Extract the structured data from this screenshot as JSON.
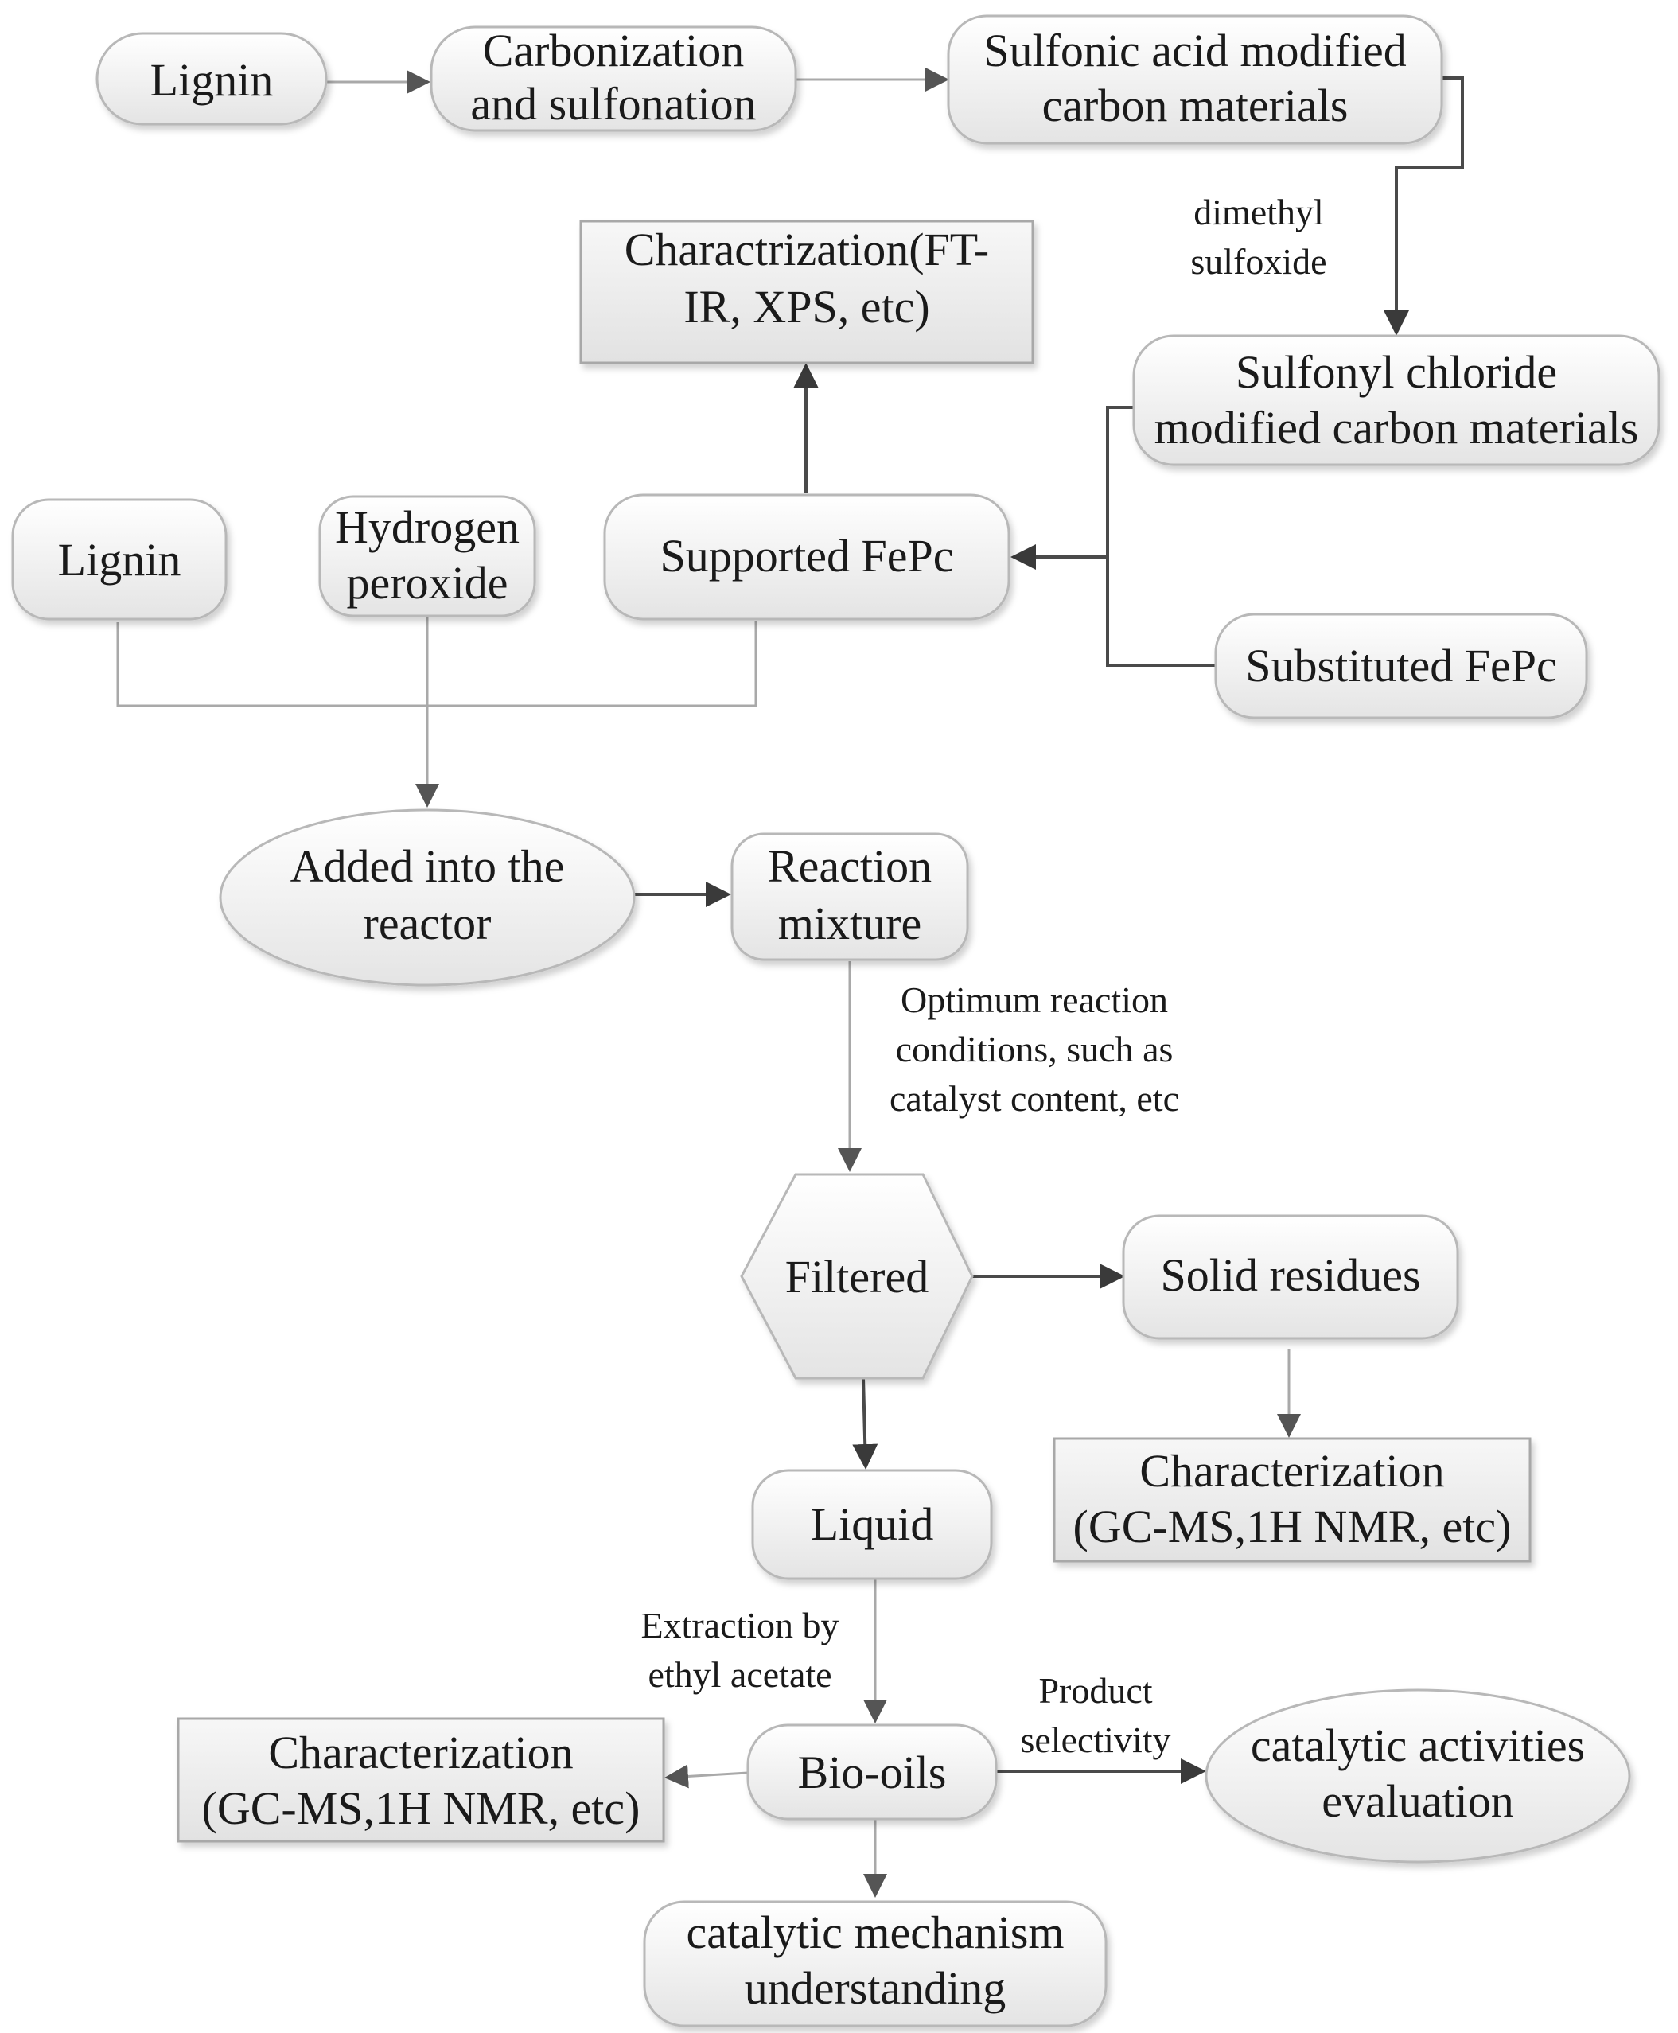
{
  "nodes": {
    "lignin_top": "Lignin",
    "carbonization": [
      "Carbonization",
      "and sulfonation"
    ],
    "sulfonic": [
      "Sulfonic acid modified",
      "carbon materials"
    ],
    "sulfonyl": [
      "Sulfonyl chloride",
      "modified carbon materials"
    ],
    "charact_ftir": [
      "Charactrization(FT-",
      "IR, XPS, etc)"
    ],
    "lignin_mid": "Lignin",
    "hydrogen": [
      "Hydrogen",
      "peroxide"
    ],
    "supported": "Supported FePc",
    "substituted": "Substituted FePc",
    "added": [
      "Added into the",
      "reactor"
    ],
    "reaction": [
      "Reaction",
      "mixture"
    ],
    "filtered": "Filtered",
    "solid": "Solid residues",
    "charact_solid": [
      "Characterization",
      "(GC-MS,1H NMR, etc)"
    ],
    "liquid": "Liquid",
    "biooils": "Bio-oils",
    "charact_bio": [
      "Characterization",
      "(GC-MS,1H NMR, etc)"
    ],
    "catalytic_act": [
      "catalytic activities",
      "evaluation"
    ],
    "mechanism": [
      "catalytic mechanism",
      "understanding"
    ]
  },
  "labels": {
    "dmso": [
      "dimethyl",
      "sulfoxide"
    ],
    "optimum": [
      "Optimum reaction",
      "conditions, such as",
      "catalyst content, etc"
    ],
    "extraction": [
      "Extraction by",
      "ethyl acetate"
    ],
    "product": [
      "Product",
      "selectivity"
    ]
  },
  "colors": {
    "node_fill_top": "#ffffff",
    "node_fill_bottom": "#e4e4e4",
    "border": "#b8b8b8",
    "connector": "#a9a9a9",
    "connector_dark": "#4a4a4a",
    "text": "#1a1a1a"
  }
}
